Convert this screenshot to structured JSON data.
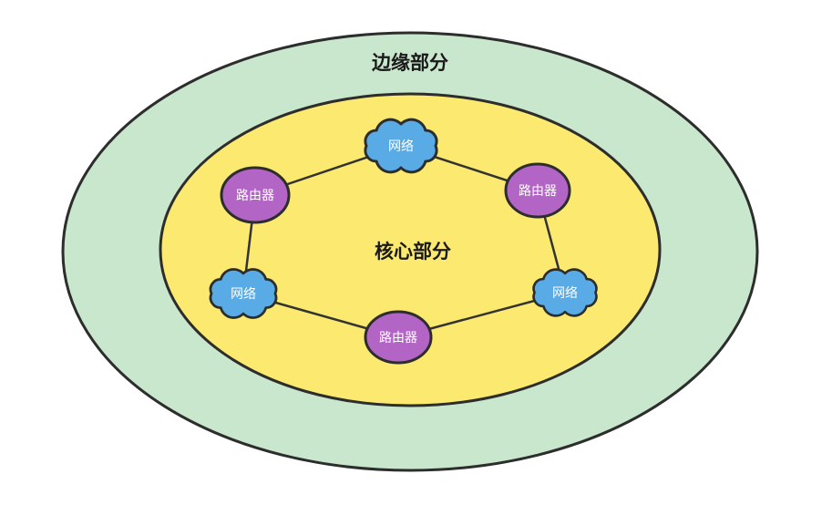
{
  "diagram": {
    "outer_region": {
      "label": "边缘部分"
    },
    "inner_region": {
      "label": "核心部分"
    },
    "colors": {
      "background": "#ffffff",
      "outer_fill": "#c9e7cd",
      "inner_fill": "#fbea6f",
      "network_fill": "#59abe6",
      "router_fill": "#b365c5",
      "stroke": "#2d2d2d",
      "node_label_color": "#ffffff",
      "region_label_color": "#1a1a1a"
    },
    "nodes": [
      {
        "id": "network-top",
        "type": "network",
        "shape": "cloud",
        "label": "网络"
      },
      {
        "id": "router-left",
        "type": "router",
        "shape": "ellipse",
        "label": "路由器"
      },
      {
        "id": "router-right",
        "type": "router",
        "shape": "ellipse",
        "label": "路由器"
      },
      {
        "id": "network-left",
        "type": "network",
        "shape": "cloud",
        "label": "网络"
      },
      {
        "id": "network-right",
        "type": "network",
        "shape": "cloud",
        "label": "网络"
      },
      {
        "id": "router-bottom",
        "type": "router",
        "shape": "ellipse",
        "label": "路由器"
      }
    ],
    "edges": [
      {
        "from": "network-top",
        "to": "router-left"
      },
      {
        "from": "network-top",
        "to": "router-right"
      },
      {
        "from": "router-left",
        "to": "network-left"
      },
      {
        "from": "router-right",
        "to": "network-right"
      },
      {
        "from": "network-left",
        "to": "router-bottom"
      },
      {
        "from": "network-right",
        "to": "router-bottom"
      }
    ]
  }
}
